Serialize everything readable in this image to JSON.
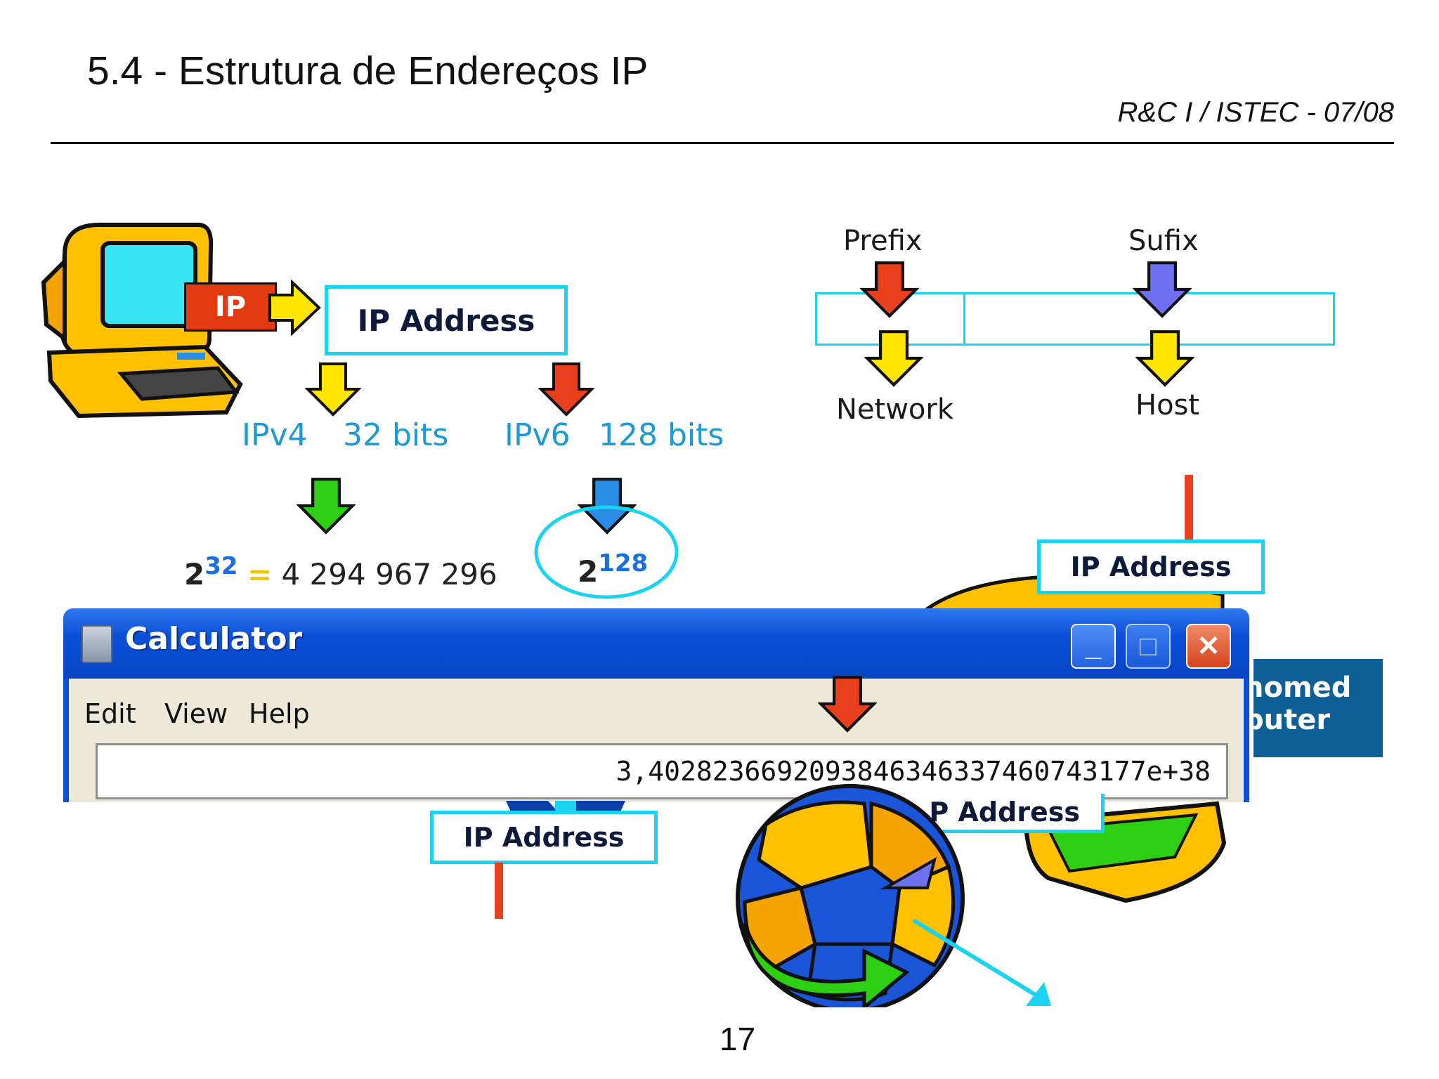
{
  "slide": {
    "title": "5.4 - Estrutura de Endereços IP",
    "subtitle": "R&C I  /  ISTEC  -  07/08",
    "page_number": "17"
  },
  "diagram": {
    "ip_badge": "IP",
    "ip_address_label": "IP Address",
    "ipv4": "IPv4",
    "ipv4_bits": "32 bits",
    "ipv6": "IPv6",
    "ipv6_bits": "128 bits",
    "pow2_base": "2",
    "pow32_exp": "32",
    "pow32_eq": "=",
    "pow32_value": "4 294 967 296",
    "pow128_exp": "128",
    "prefix": "Prefix",
    "sufix": "Sufix",
    "network": "Network",
    "host": "Host",
    "box_right_label": "IP Address",
    "box_bottom_label": "IP Address",
    "box_partial_label": "P Address",
    "dark_box_line1": "nomed",
    "dark_box_line2": "puter"
  },
  "calculator": {
    "title": "Calculator",
    "menu": {
      "edit": "Edit",
      "view": "View",
      "help": "Help"
    },
    "display": "3,4028236692093846346337460743177e+38",
    "buttons": {
      "minimize": "_",
      "maximize": "□",
      "close": "✕"
    }
  },
  "colors": {
    "accent_cyan": "#19d3f0",
    "arrow_red": "#e8401c",
    "arrow_yellow": "#ffe600",
    "arrow_green": "#2ccf12",
    "arrow_blue": "#2a8de8",
    "arrow_purple": "#6f72f0",
    "xp_blue": "#0a4fd8"
  }
}
